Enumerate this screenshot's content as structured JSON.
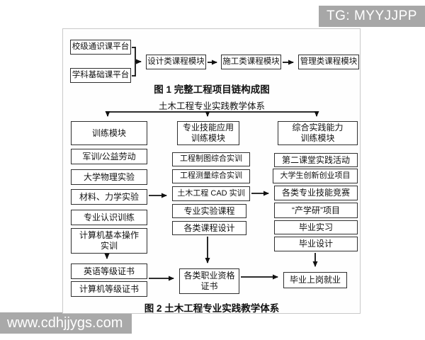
{
  "overlays": {
    "tg_watermark": "TG: MYYJJPP",
    "site_watermark": "www.cdhjjygs.com"
  },
  "figure1": {
    "caption": "图 1  完整工程项目链构成图",
    "sources": [
      "校级通识课平台",
      "学科基础课平台"
    ],
    "chain": [
      "设计类课程模块",
      "施工类课程模块",
      "管理类课程模块"
    ]
  },
  "figure2": {
    "title": "土木工程专业实践教学体系",
    "caption": "图 2  土木工程专业实践教学体系",
    "columns": [
      {
        "header": "训练模块",
        "items": [
          "军训/公益劳动",
          "大学物理实验",
          "材料、力学实验",
          "专业认识训练",
          "计算机基本操作\n实训",
          "英语等级证书",
          "计算机等级证书"
        ]
      },
      {
        "header": "专业技能应用\n训练模块",
        "items": [
          "工程制图综合实训",
          "工程测量综合实训",
          "土木工程 CAD 实训",
          "专业实验课程",
          "各类课程设计"
        ]
      },
      {
        "header": "综合实践能力\n训练模块",
        "items": [
          "第二课堂实践活动",
          "大学生创新创业项目",
          "各类专业技能竞赛",
          "“产学研”项目",
          "毕业实习",
          "毕业设计"
        ]
      }
    ],
    "certificate_box": "各类职业资格\n证书",
    "employment_box": "毕业上岗就业"
  },
  "colors": {
    "watermark_gray": "#a9a9a9",
    "box_border": "#2f2f2f",
    "frame_border": "#c9c9c9",
    "line_black": "#111111"
  }
}
